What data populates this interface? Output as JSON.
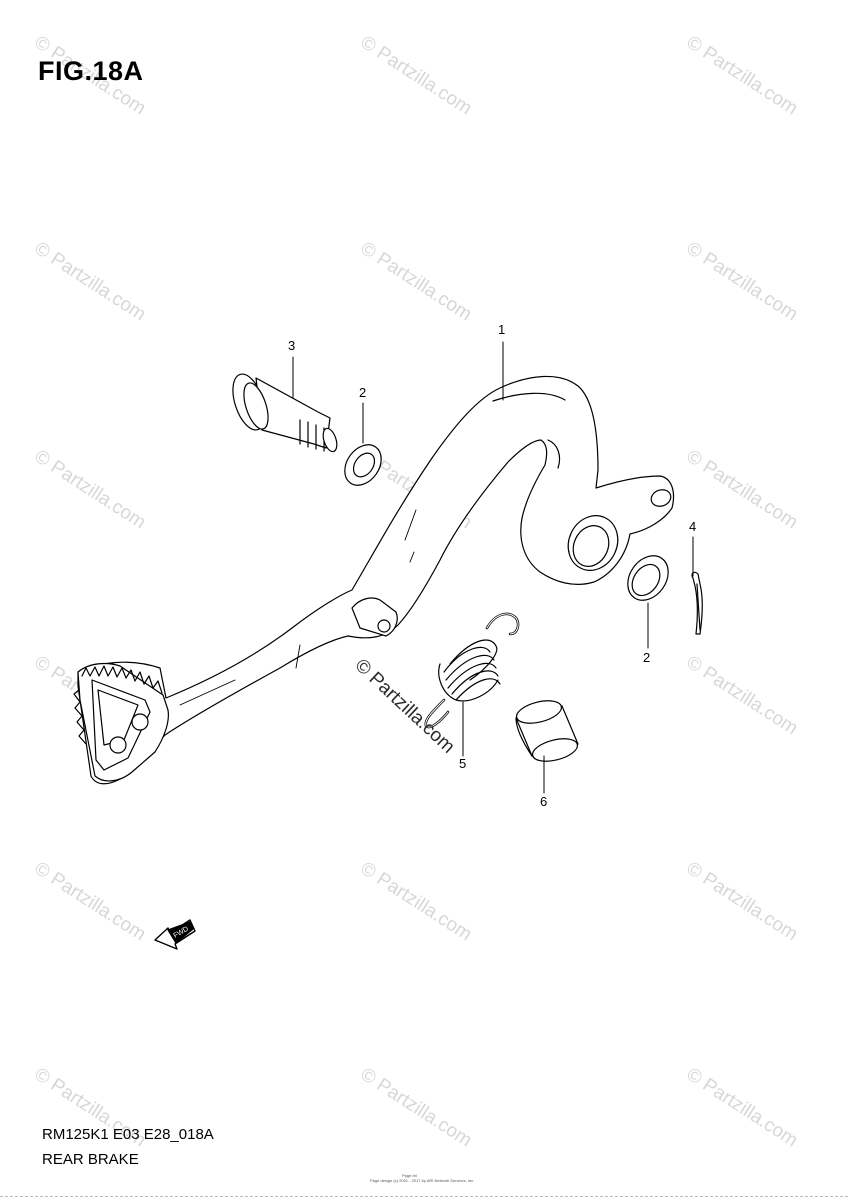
{
  "figure": {
    "title": "FIG.18A",
    "model_code": "RM125K1 E03 E28_018A",
    "section_name": "REAR BRAKE",
    "fine_print_1": "Page bit",
    "fine_print_2": "Page design (c) 2001 - 2017 by ARI Network Services, Inc."
  },
  "watermark": {
    "text": "© Partzilla.com"
  },
  "callouts": {
    "c1": "1",
    "c2a": "2",
    "c2b": "2",
    "c3": "3",
    "c4": "4",
    "c5": "5",
    "c6": "6"
  },
  "direction_badge": {
    "text": "FWD"
  }
}
